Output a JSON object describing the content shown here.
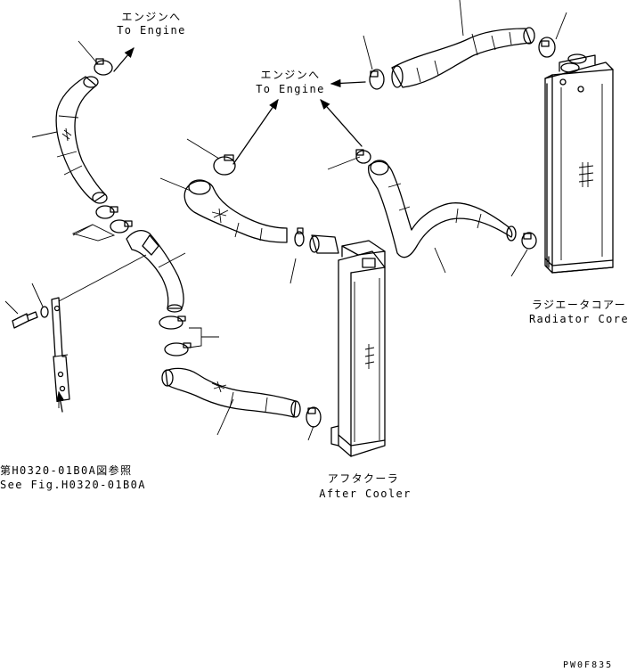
{
  "labels": {
    "engine_top_jp": "エンジンへ",
    "engine_top_en": "To Engine",
    "engine_mid_jp": "エンジンへ",
    "engine_mid_en": "To Engine",
    "radiator_jp": "ラジエータコアー",
    "radiator_en": "Radiator Core",
    "aftercooler_jp": "アフタクーラ",
    "aftercooler_en": "After Cooler",
    "ref_jp": "第H0320-01B0A図参照",
    "ref_en": "See Fig.H0320-01B0A",
    "drawing_code": "PW0F835"
  }
}
